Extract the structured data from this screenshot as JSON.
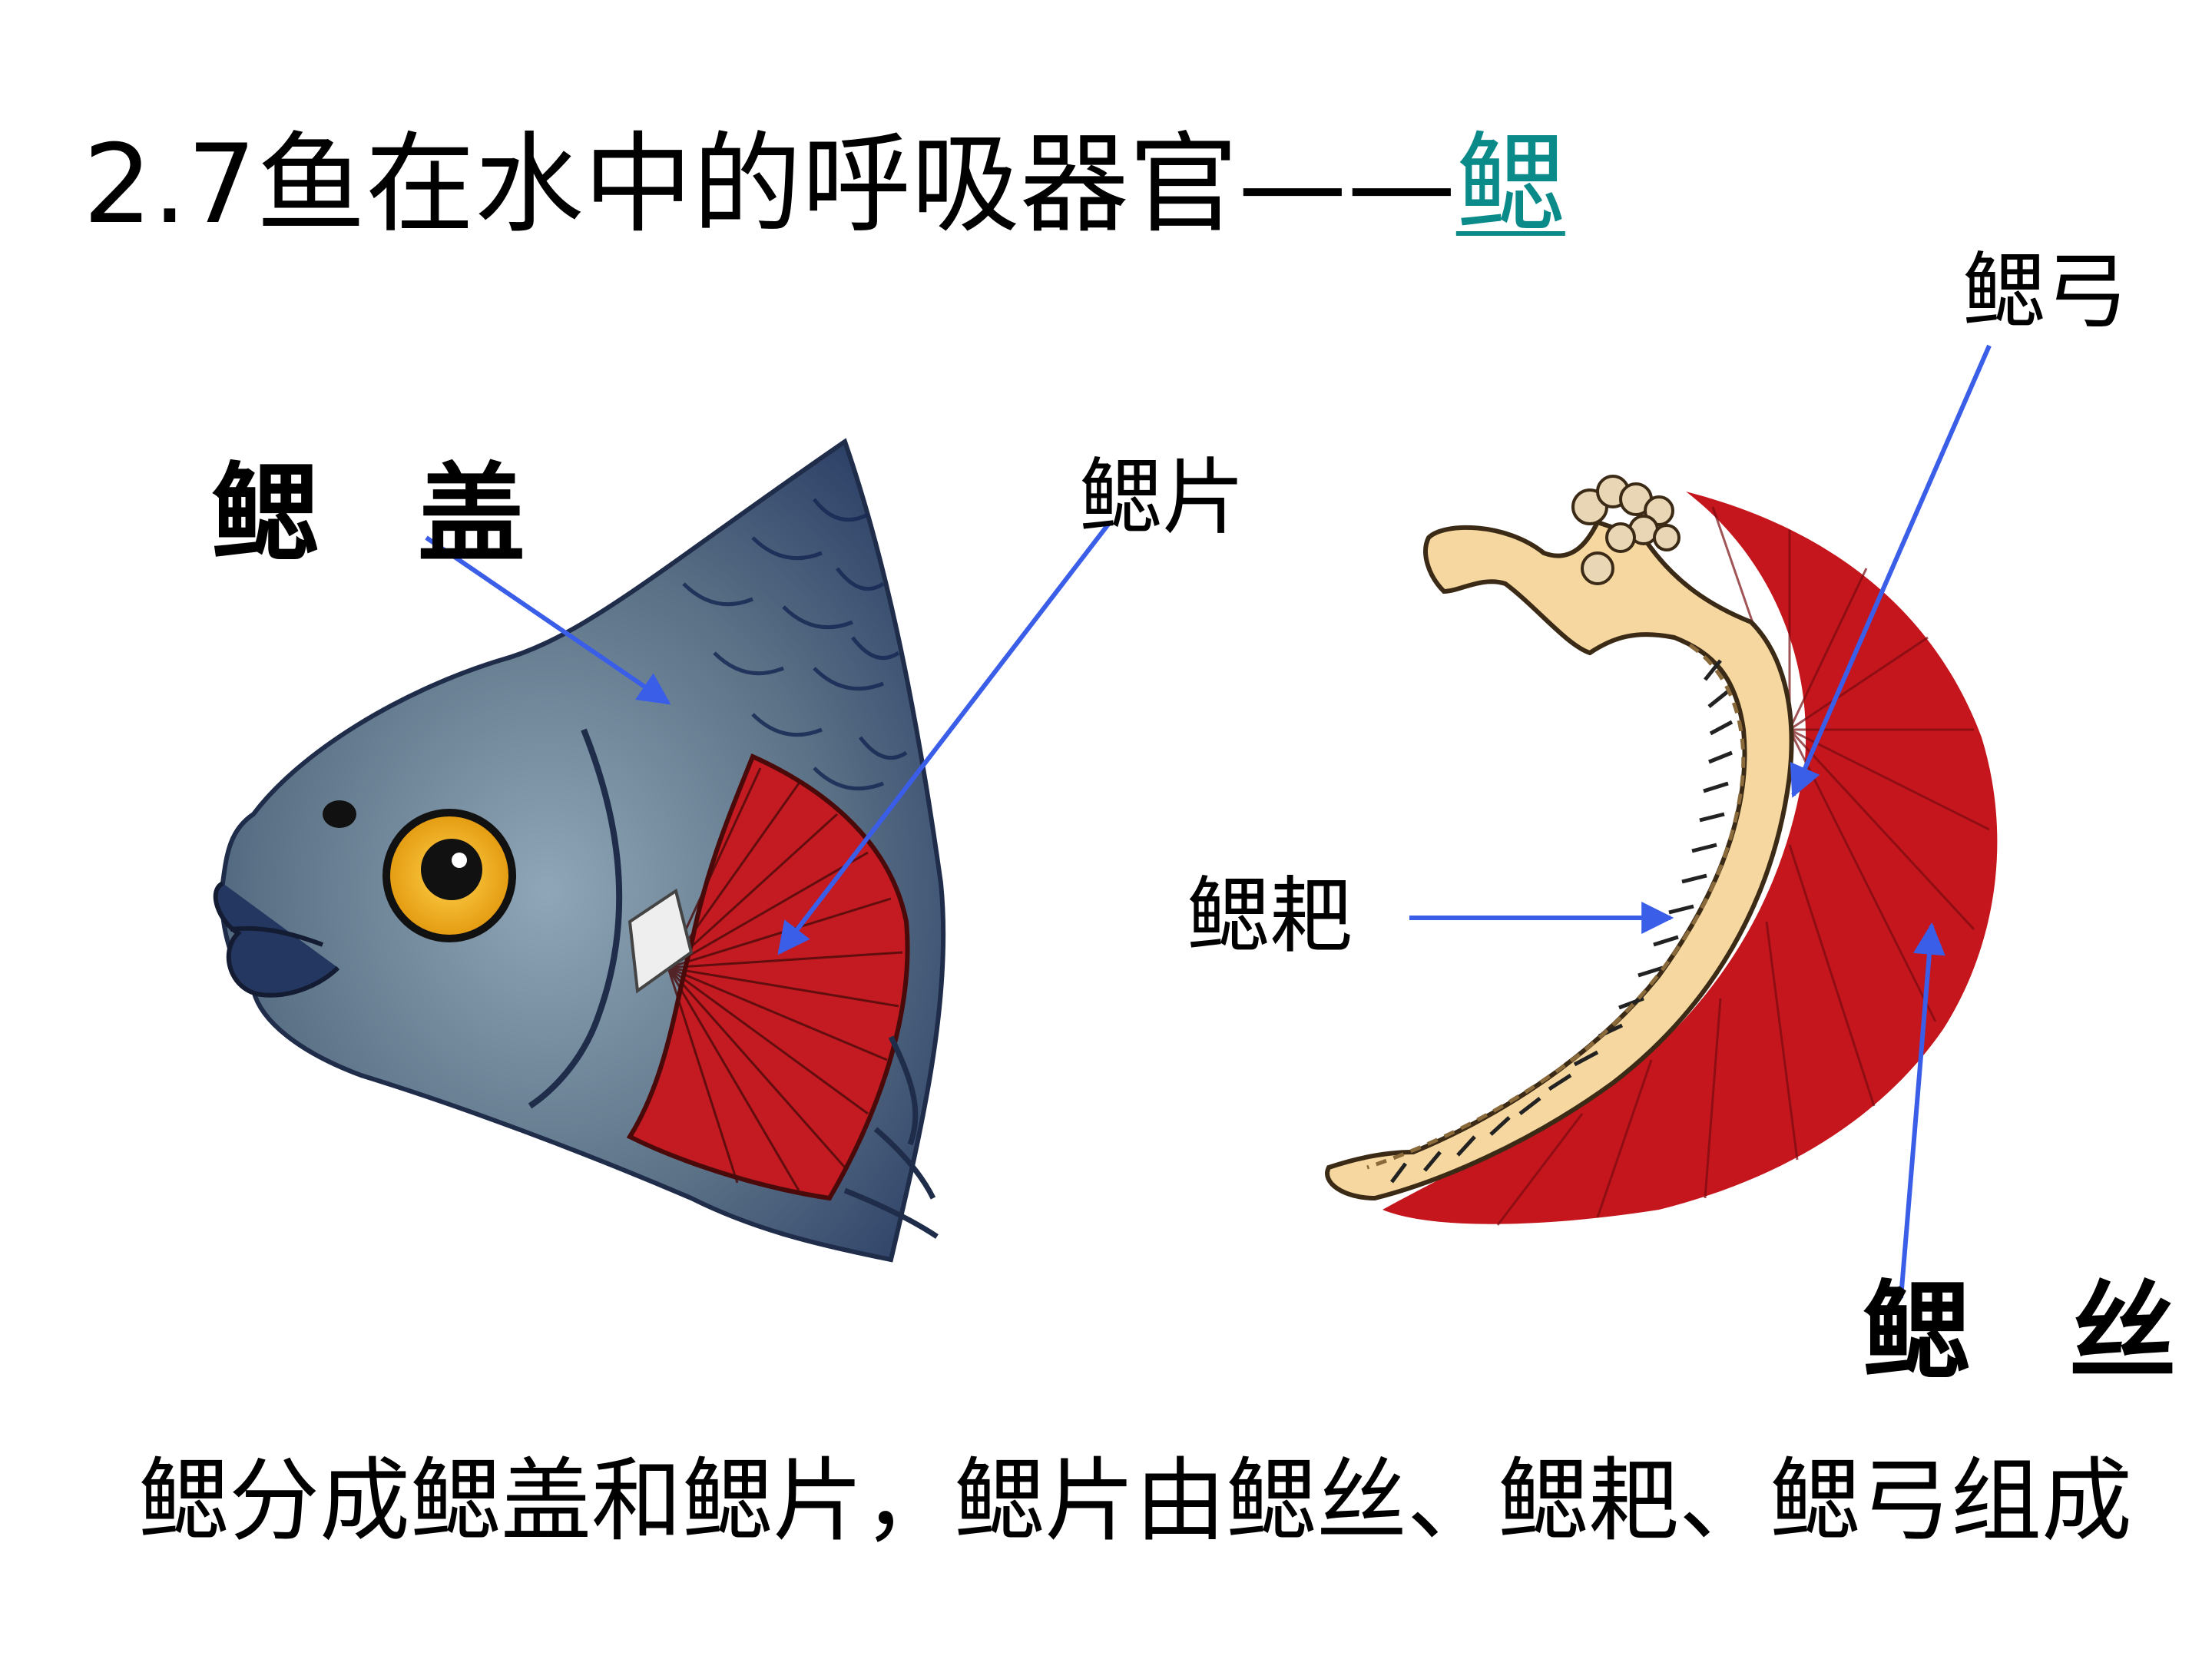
{
  "title": {
    "prefix": "2.7鱼在水中的呼吸器官——",
    "link": "鳃"
  },
  "labels": {
    "gill_cover": "鳃 盖",
    "gill_slice": "鳃片",
    "gill_arch": "鳃弓",
    "gill_raker": "鳃耙",
    "gill_filament": "鳃 丝"
  },
  "caption": "鳃分成鳃盖和鳃片，鳃片由鳃丝、鳃耙、鳃弓组成",
  "colors": {
    "arrow": "#3a5ee8",
    "fish_body": "#5d7488",
    "fish_dark": "#2b3e66",
    "gill_red": "#c41a22",
    "eye_yellow": "#f2b632",
    "arch_beige": "#f6d7a0",
    "link": "#0b8a8a"
  }
}
